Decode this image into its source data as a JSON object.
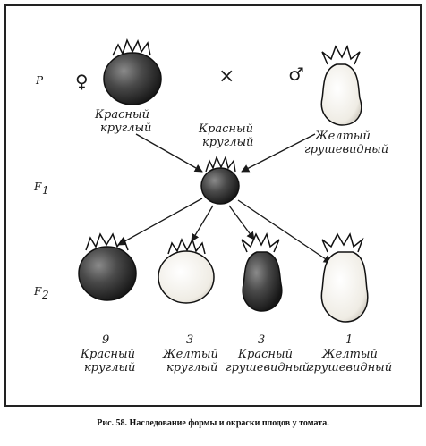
{
  "generations": {
    "p": "P",
    "f1": "F",
    "f1_sub": "1",
    "f2": "F",
    "f2_sub": "2"
  },
  "symbols": {
    "female": "♀",
    "cross": "×",
    "male": "♂"
  },
  "parents": {
    "female": {
      "line1": "Красный",
      "line2": "круглый"
    },
    "male": {
      "line1": "Желтый",
      "line2": "грушевидный"
    }
  },
  "f1_hybrid": {
    "line1": "Красный",
    "line2": "круглый"
  },
  "offspring": [
    {
      "count": "9",
      "line1": "Красный",
      "line2": "круглый"
    },
    {
      "count": "3",
      "line1": "Желтый",
      "line2": "круглый"
    },
    {
      "count": "3",
      "line1": "Красный",
      "line2": "грушевидный"
    },
    {
      "count": "1",
      "line1": "Желтый",
      "line2": "грушевидный"
    }
  ],
  "caption": "Рис. 58. Наследование формы и окраски плодов у томата.",
  "colors": {
    "red_fruit": "#3a3a3a",
    "yellow_fruit": "#f3f0e8",
    "ink": "#1a1a1a",
    "border": "#222222"
  }
}
